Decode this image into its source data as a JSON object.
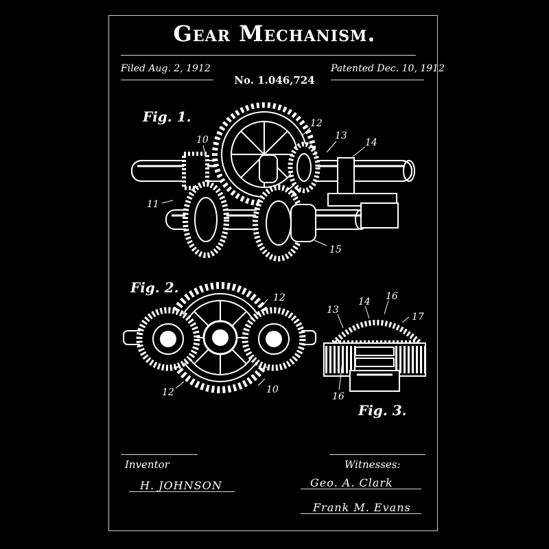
{
  "title": "Gear Mechanism.",
  "filed": "Filed Aug. 2, 1912",
  "patented": "Patented Dec. 10, 1912",
  "patent_number": "No. 1.046,724",
  "figures": {
    "fig1": "Fig. 1.",
    "fig2": "Fig. 2.",
    "fig3": "Fig. 3."
  },
  "fig1_refs": [
    "10",
    "11",
    "12",
    "13",
    "14",
    "15"
  ],
  "fig2_refs": [
    "12",
    "12",
    "10"
  ],
  "fig3_refs": [
    "13",
    "14",
    "16",
    "17",
    "16"
  ],
  "inventor": {
    "label": "Inventor",
    "signature": "H. JOHNSON"
  },
  "witnesses": {
    "label": "Witnesses:",
    "names": [
      "Geo. A. Clark",
      "Frank M. Evans"
    ]
  }
}
